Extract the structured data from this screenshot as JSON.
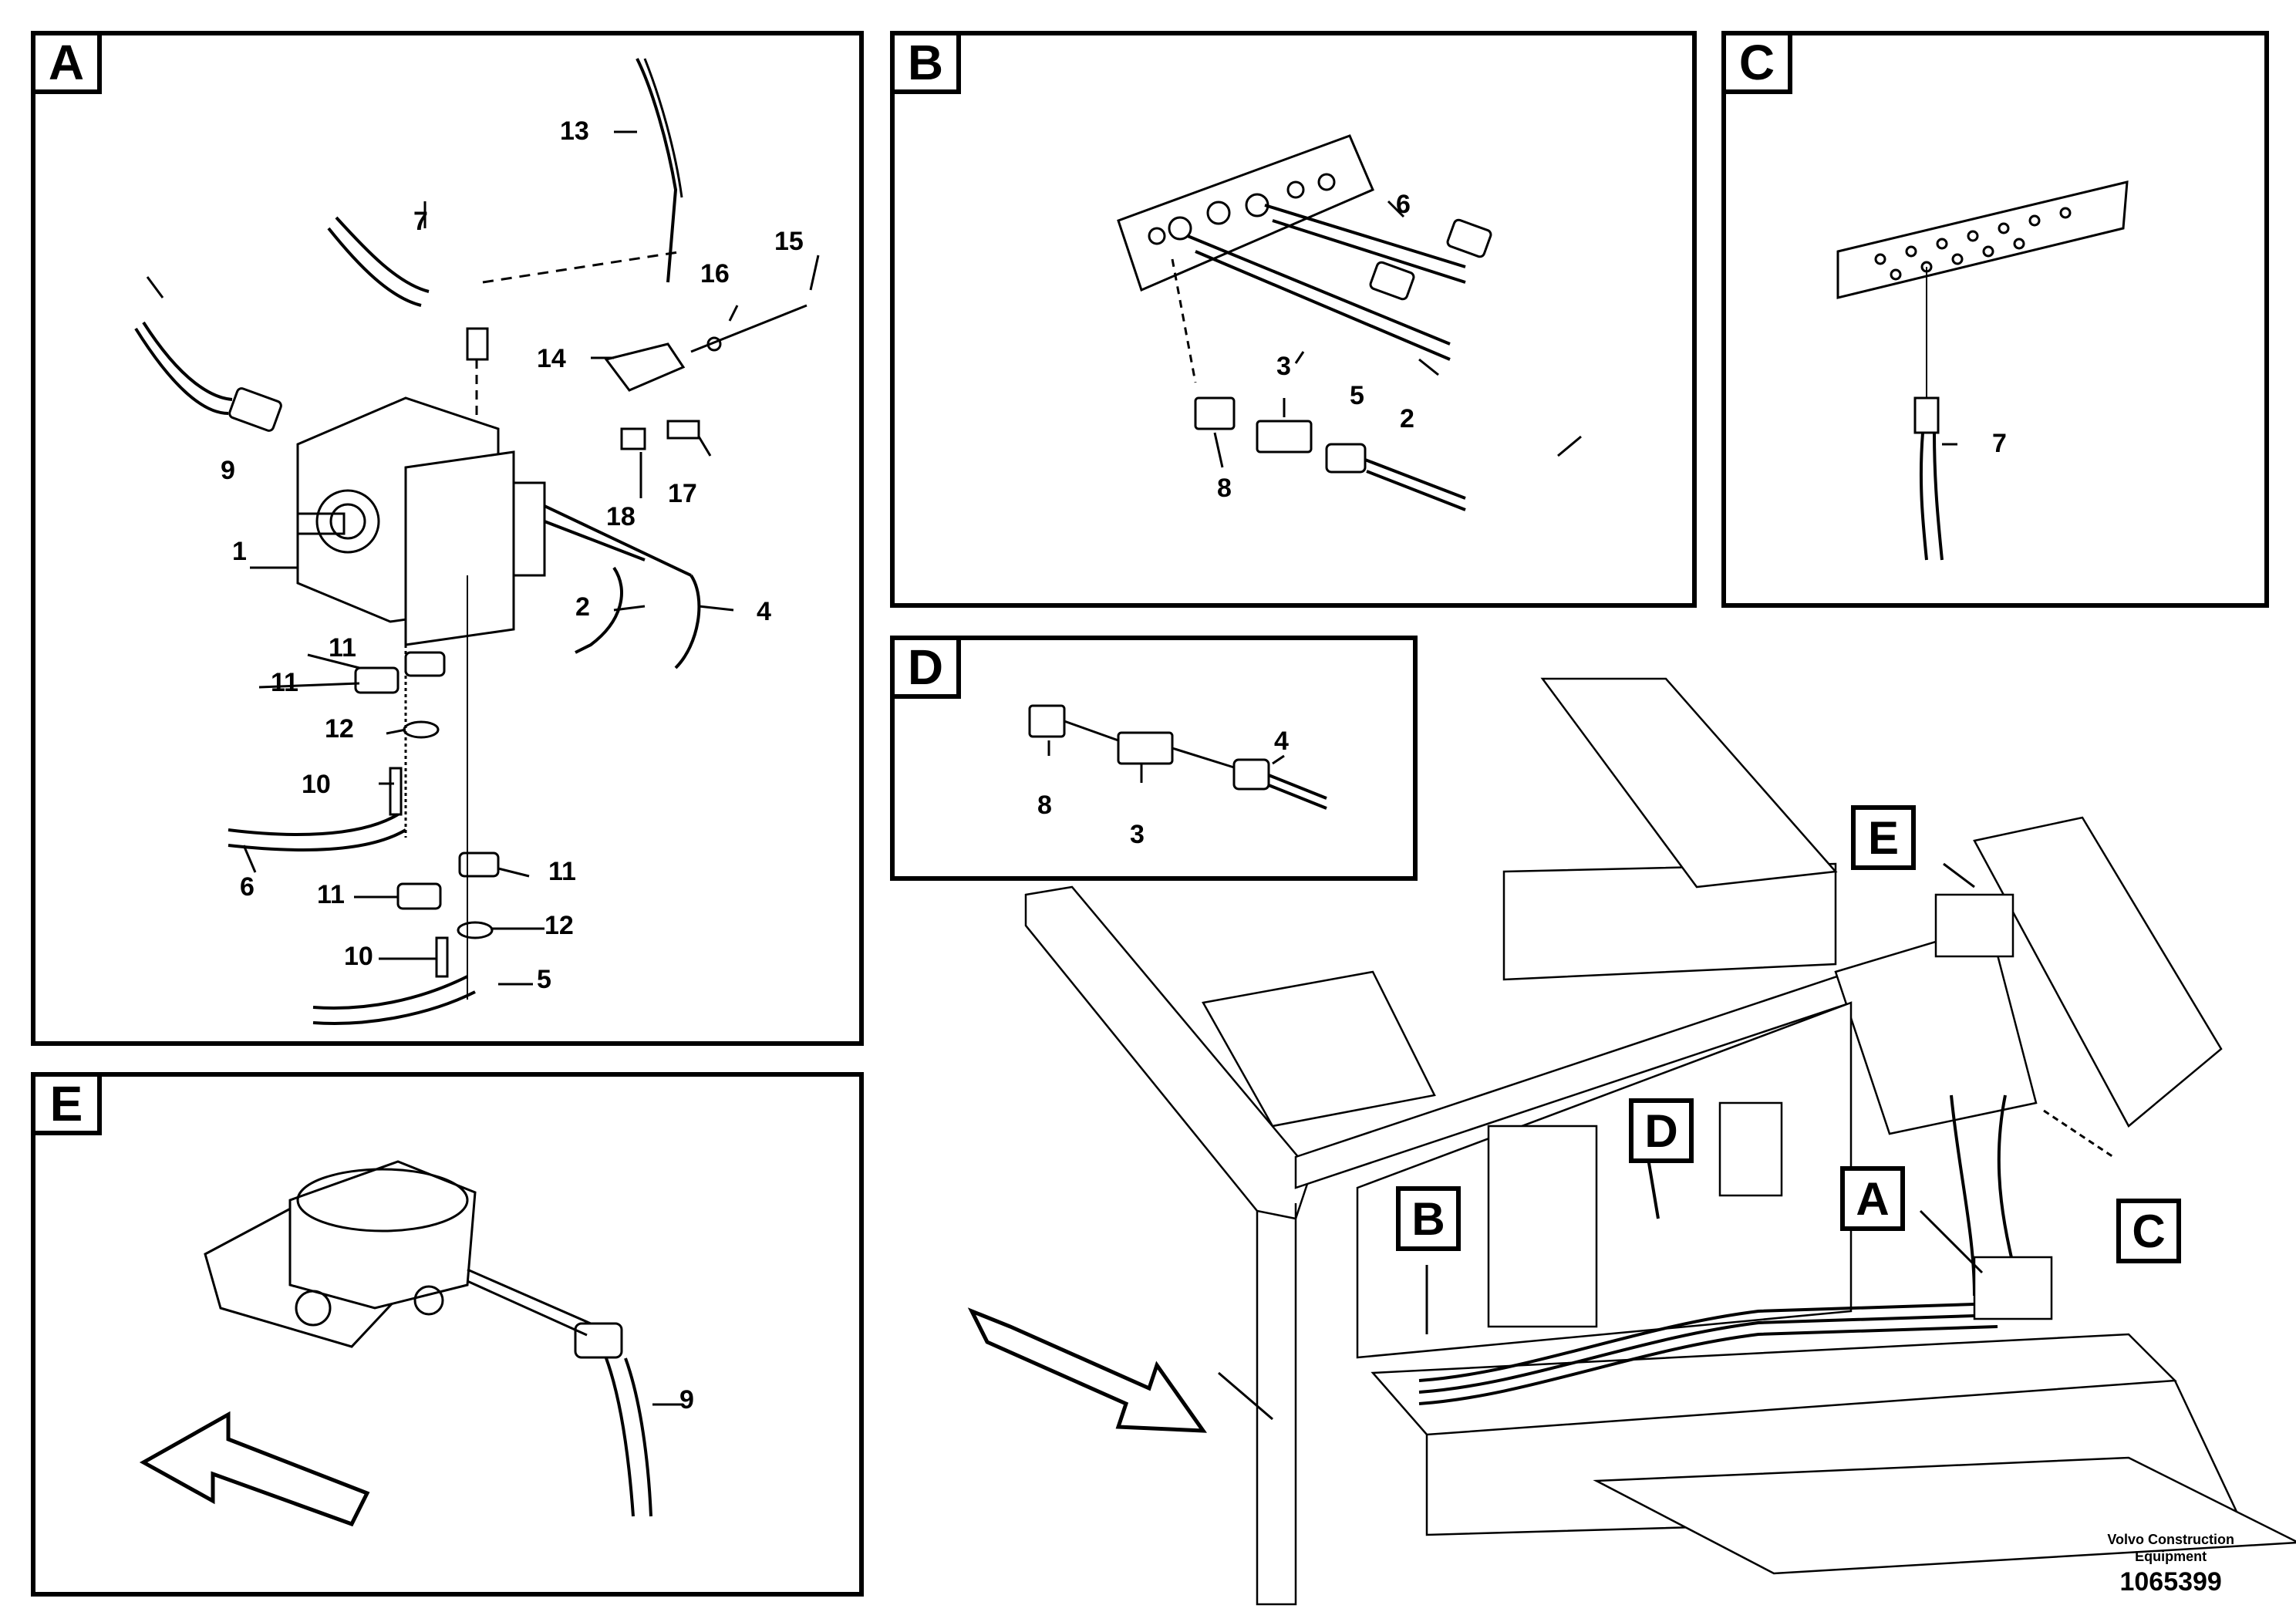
{
  "panels": {
    "a": {
      "letter": "A",
      "parts": {
        "n13": "13",
        "n7": "7",
        "n16": "16",
        "n15": "15",
        "n14": "14",
        "n9": "9",
        "n17": "17",
        "n18": "18",
        "n1": "1",
        "n2": "2",
        "n4": "4",
        "n11a": "11",
        "n11b": "11",
        "n12a": "12",
        "n10a": "10",
        "n6": "6",
        "n11c": "11",
        "n11d": "11",
        "n12b": "12",
        "n10b": "10",
        "n5": "5"
      }
    },
    "b": {
      "letter": "B",
      "parts": {
        "n6": "6",
        "n3": "3",
        "n5": "5",
        "n2": "2",
        "n8": "8"
      }
    },
    "c": {
      "letter": "C",
      "parts": {
        "n7": "7"
      }
    },
    "d": {
      "letter": "D",
      "parts": {
        "n8": "8",
        "n3": "3",
        "n4": "4"
      }
    },
    "e": {
      "letter": "E",
      "parts": {
        "n9": "9"
      }
    }
  },
  "overview_callouts": {
    "e": "E",
    "d": "D",
    "b": "B",
    "a": "A",
    "c": "C"
  },
  "footer": {
    "company_line1": "Volvo Construction",
    "company_line2": "Equipment",
    "drawing_id": "1065399"
  }
}
